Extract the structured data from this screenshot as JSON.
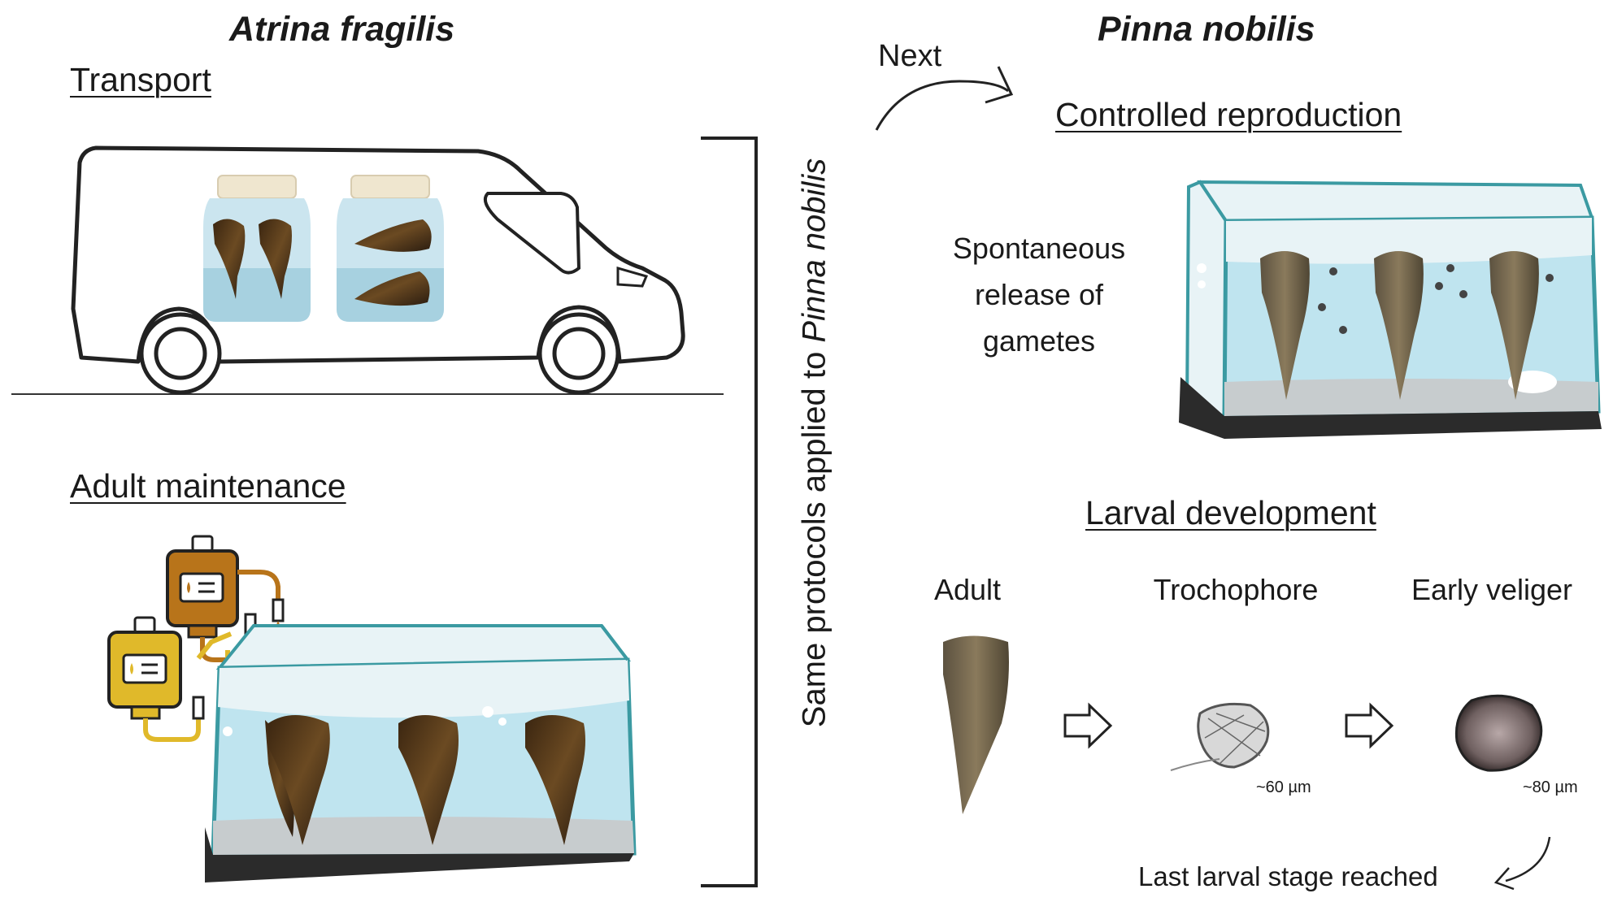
{
  "left": {
    "species": "Atrina fragilis",
    "transport_heading": "Transport",
    "maintenance_heading": "Adult maintenance"
  },
  "bracket_label": {
    "prefix": "Same protocols applied to ",
    "species": "Pinna nobilis"
  },
  "right": {
    "species": "Pinna nobilis",
    "next_label": "Next",
    "reproduction_heading": "Controlled reproduction",
    "release_text": [
      "Spontaneous",
      "release of",
      "gametes"
    ],
    "larval_heading": "Larval development",
    "stages": [
      {
        "label": "Adult",
        "size": ""
      },
      {
        "label": "Trochophore",
        "size": "~60 µm"
      },
      {
        "label": "Early veliger",
        "size": "~80 µm"
      }
    ],
    "footer": "Last larval stage reached"
  },
  "colors": {
    "water": "#bfe4ef",
    "glass_edge": "#3b9aa2",
    "base": "#2b2b2b",
    "shell_brown": "#5a3d1e",
    "shell_tan": "#7a6a4f",
    "bag_orange": "#b8741a",
    "bag_yellow": "#e0b92a",
    "jar_lid": "#efe6cf"
  }
}
